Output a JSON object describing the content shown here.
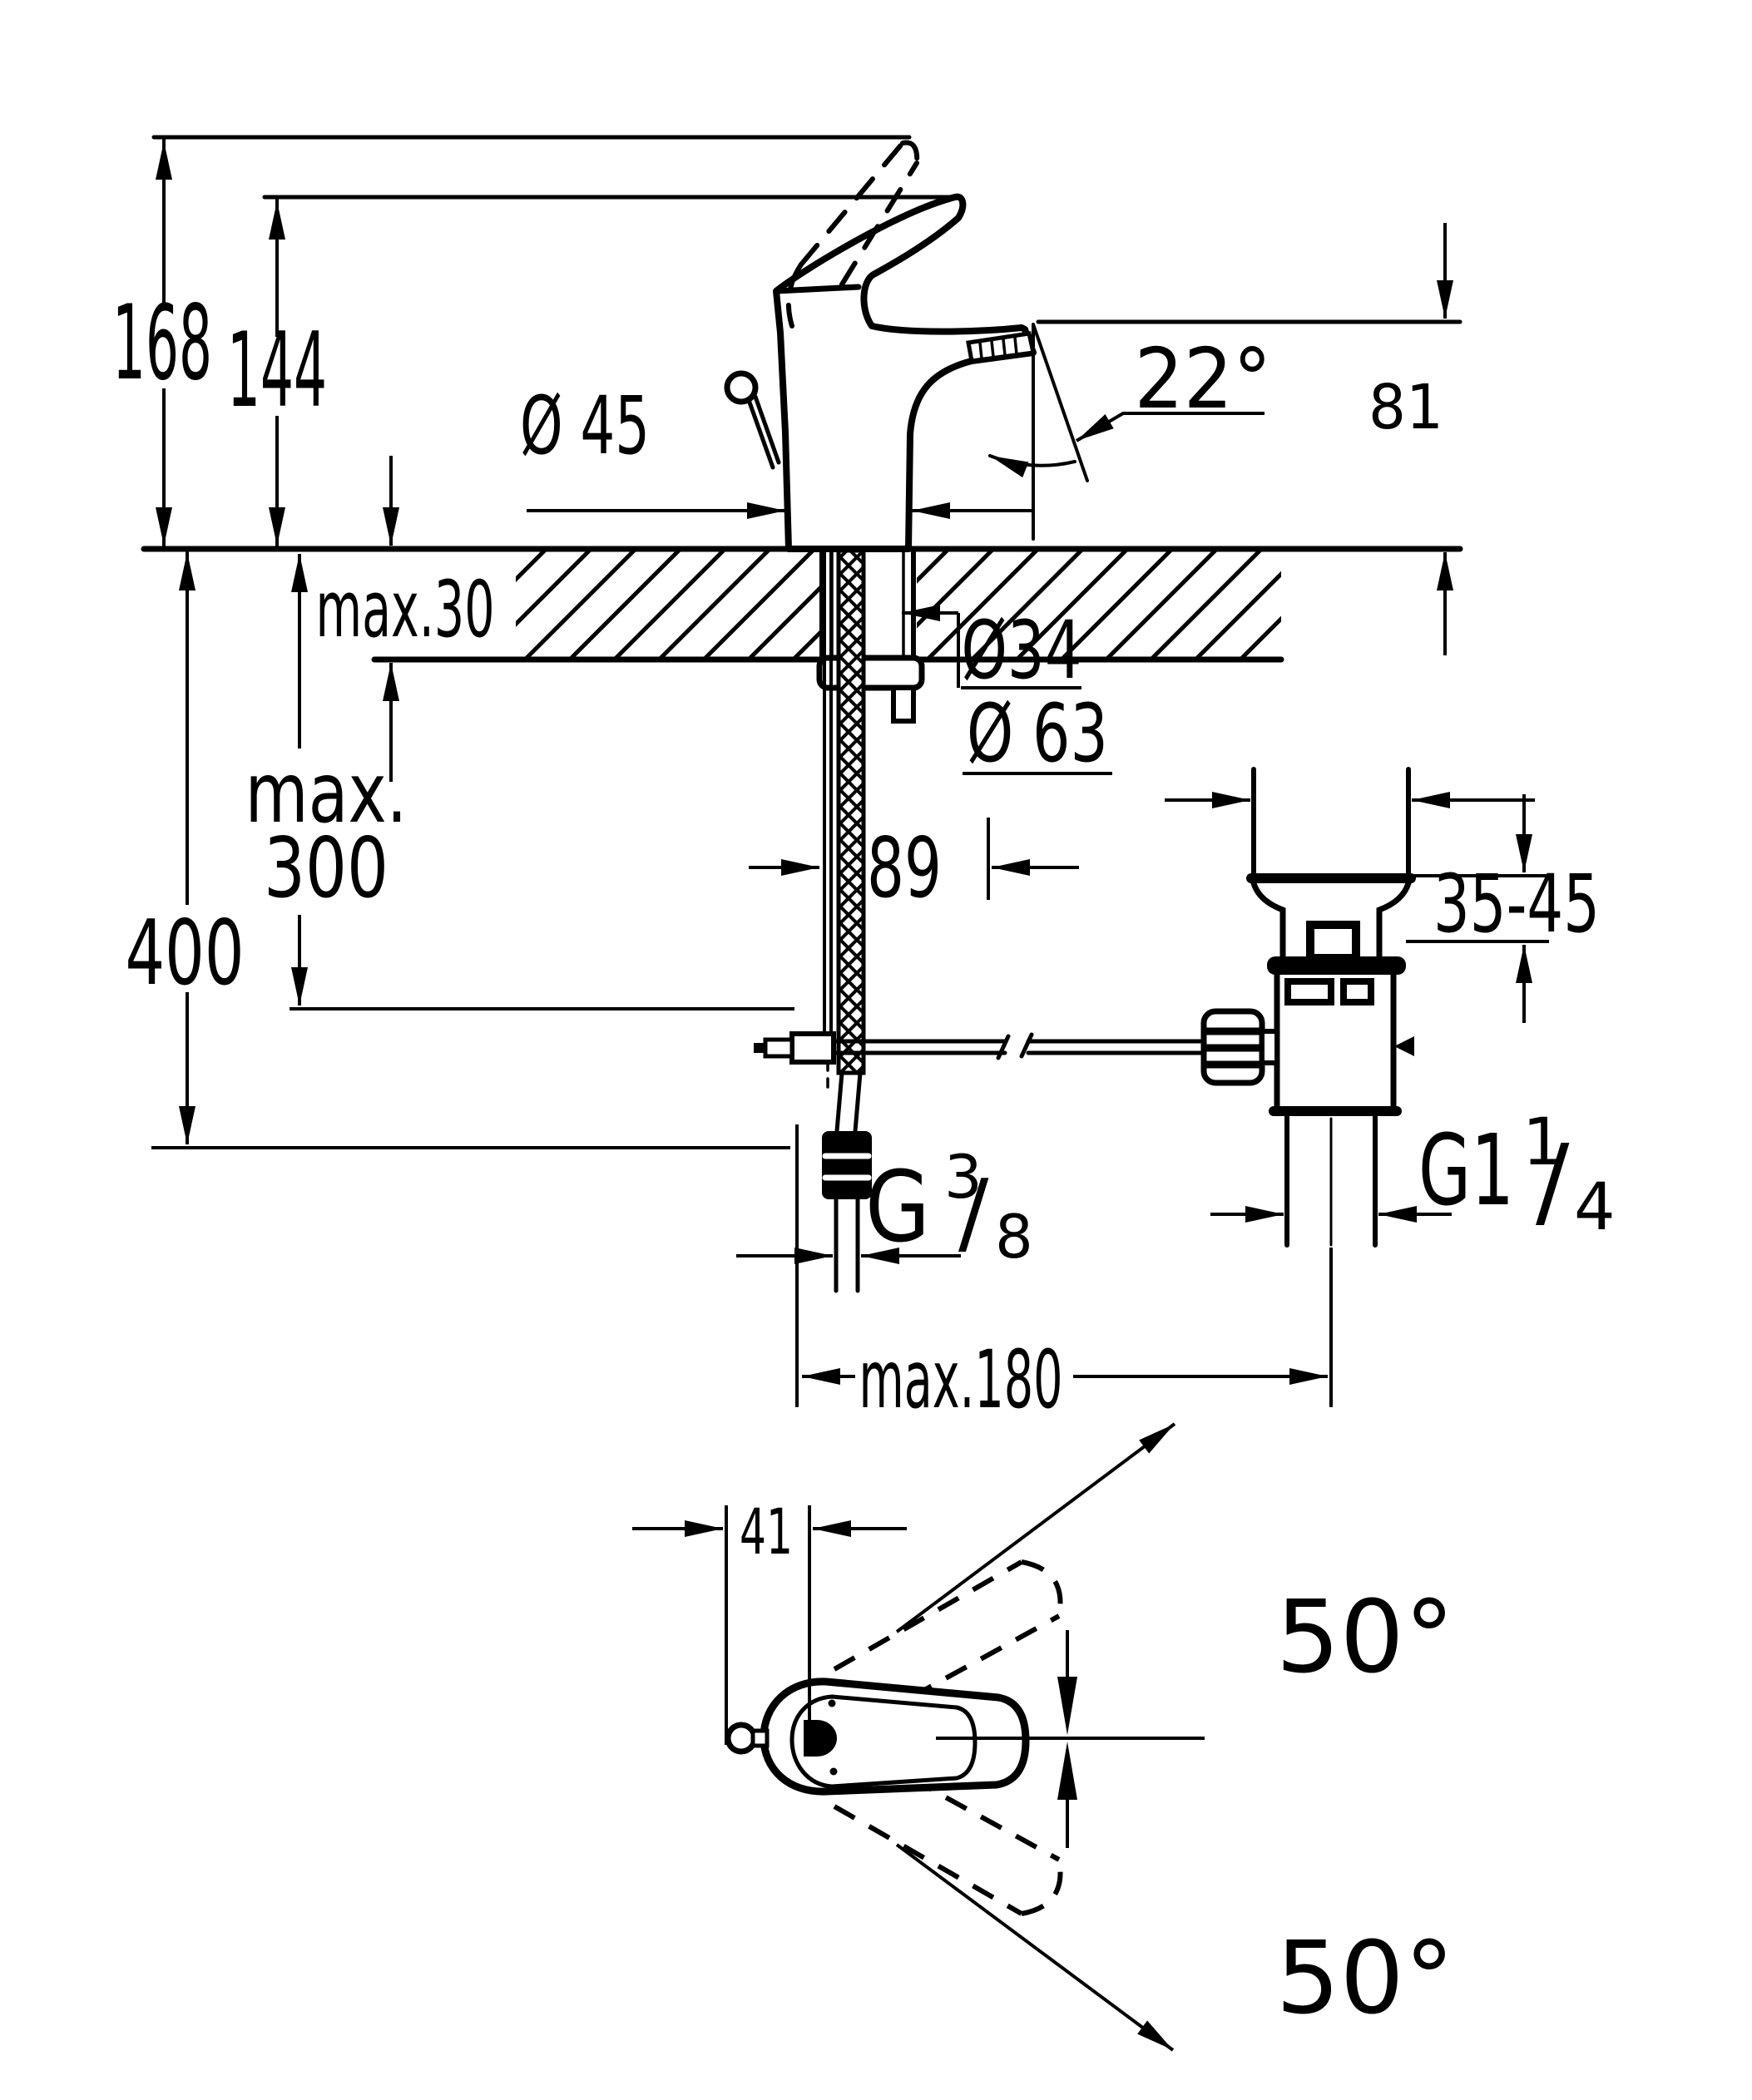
{
  "drawing": {
    "kind": "technical-installation-diagram",
    "subject": "single-lever basin mixer with pop-up waste",
    "background": "#ffffff",
    "line_color": "#000000",
    "labels": {
      "h_open": "168",
      "h_closed": "144",
      "base_dia": "Ø 45",
      "spout_angle": "22°",
      "spout_h": "81",
      "deck_max": "max.30",
      "hole_dia": "Ø34",
      "flange_dia": "Ø 63",
      "offset_89": "89",
      "below_max_line1": "max.",
      "below_max_line2": "300",
      "depth_400": "400",
      "basin_range": "35-45",
      "waste_thread_g": "G1",
      "waste_thread_num": "1",
      "waste_thread_slash": "/",
      "waste_thread_den": "4",
      "supply_thread_g": "G",
      "supply_thread_num": "3",
      "supply_thread_slash": "/",
      "supply_thread_den": "8",
      "spread_max": "max.180",
      "handle_41": "41",
      "swing_up": "50°",
      "swing_down": "50°"
    }
  }
}
